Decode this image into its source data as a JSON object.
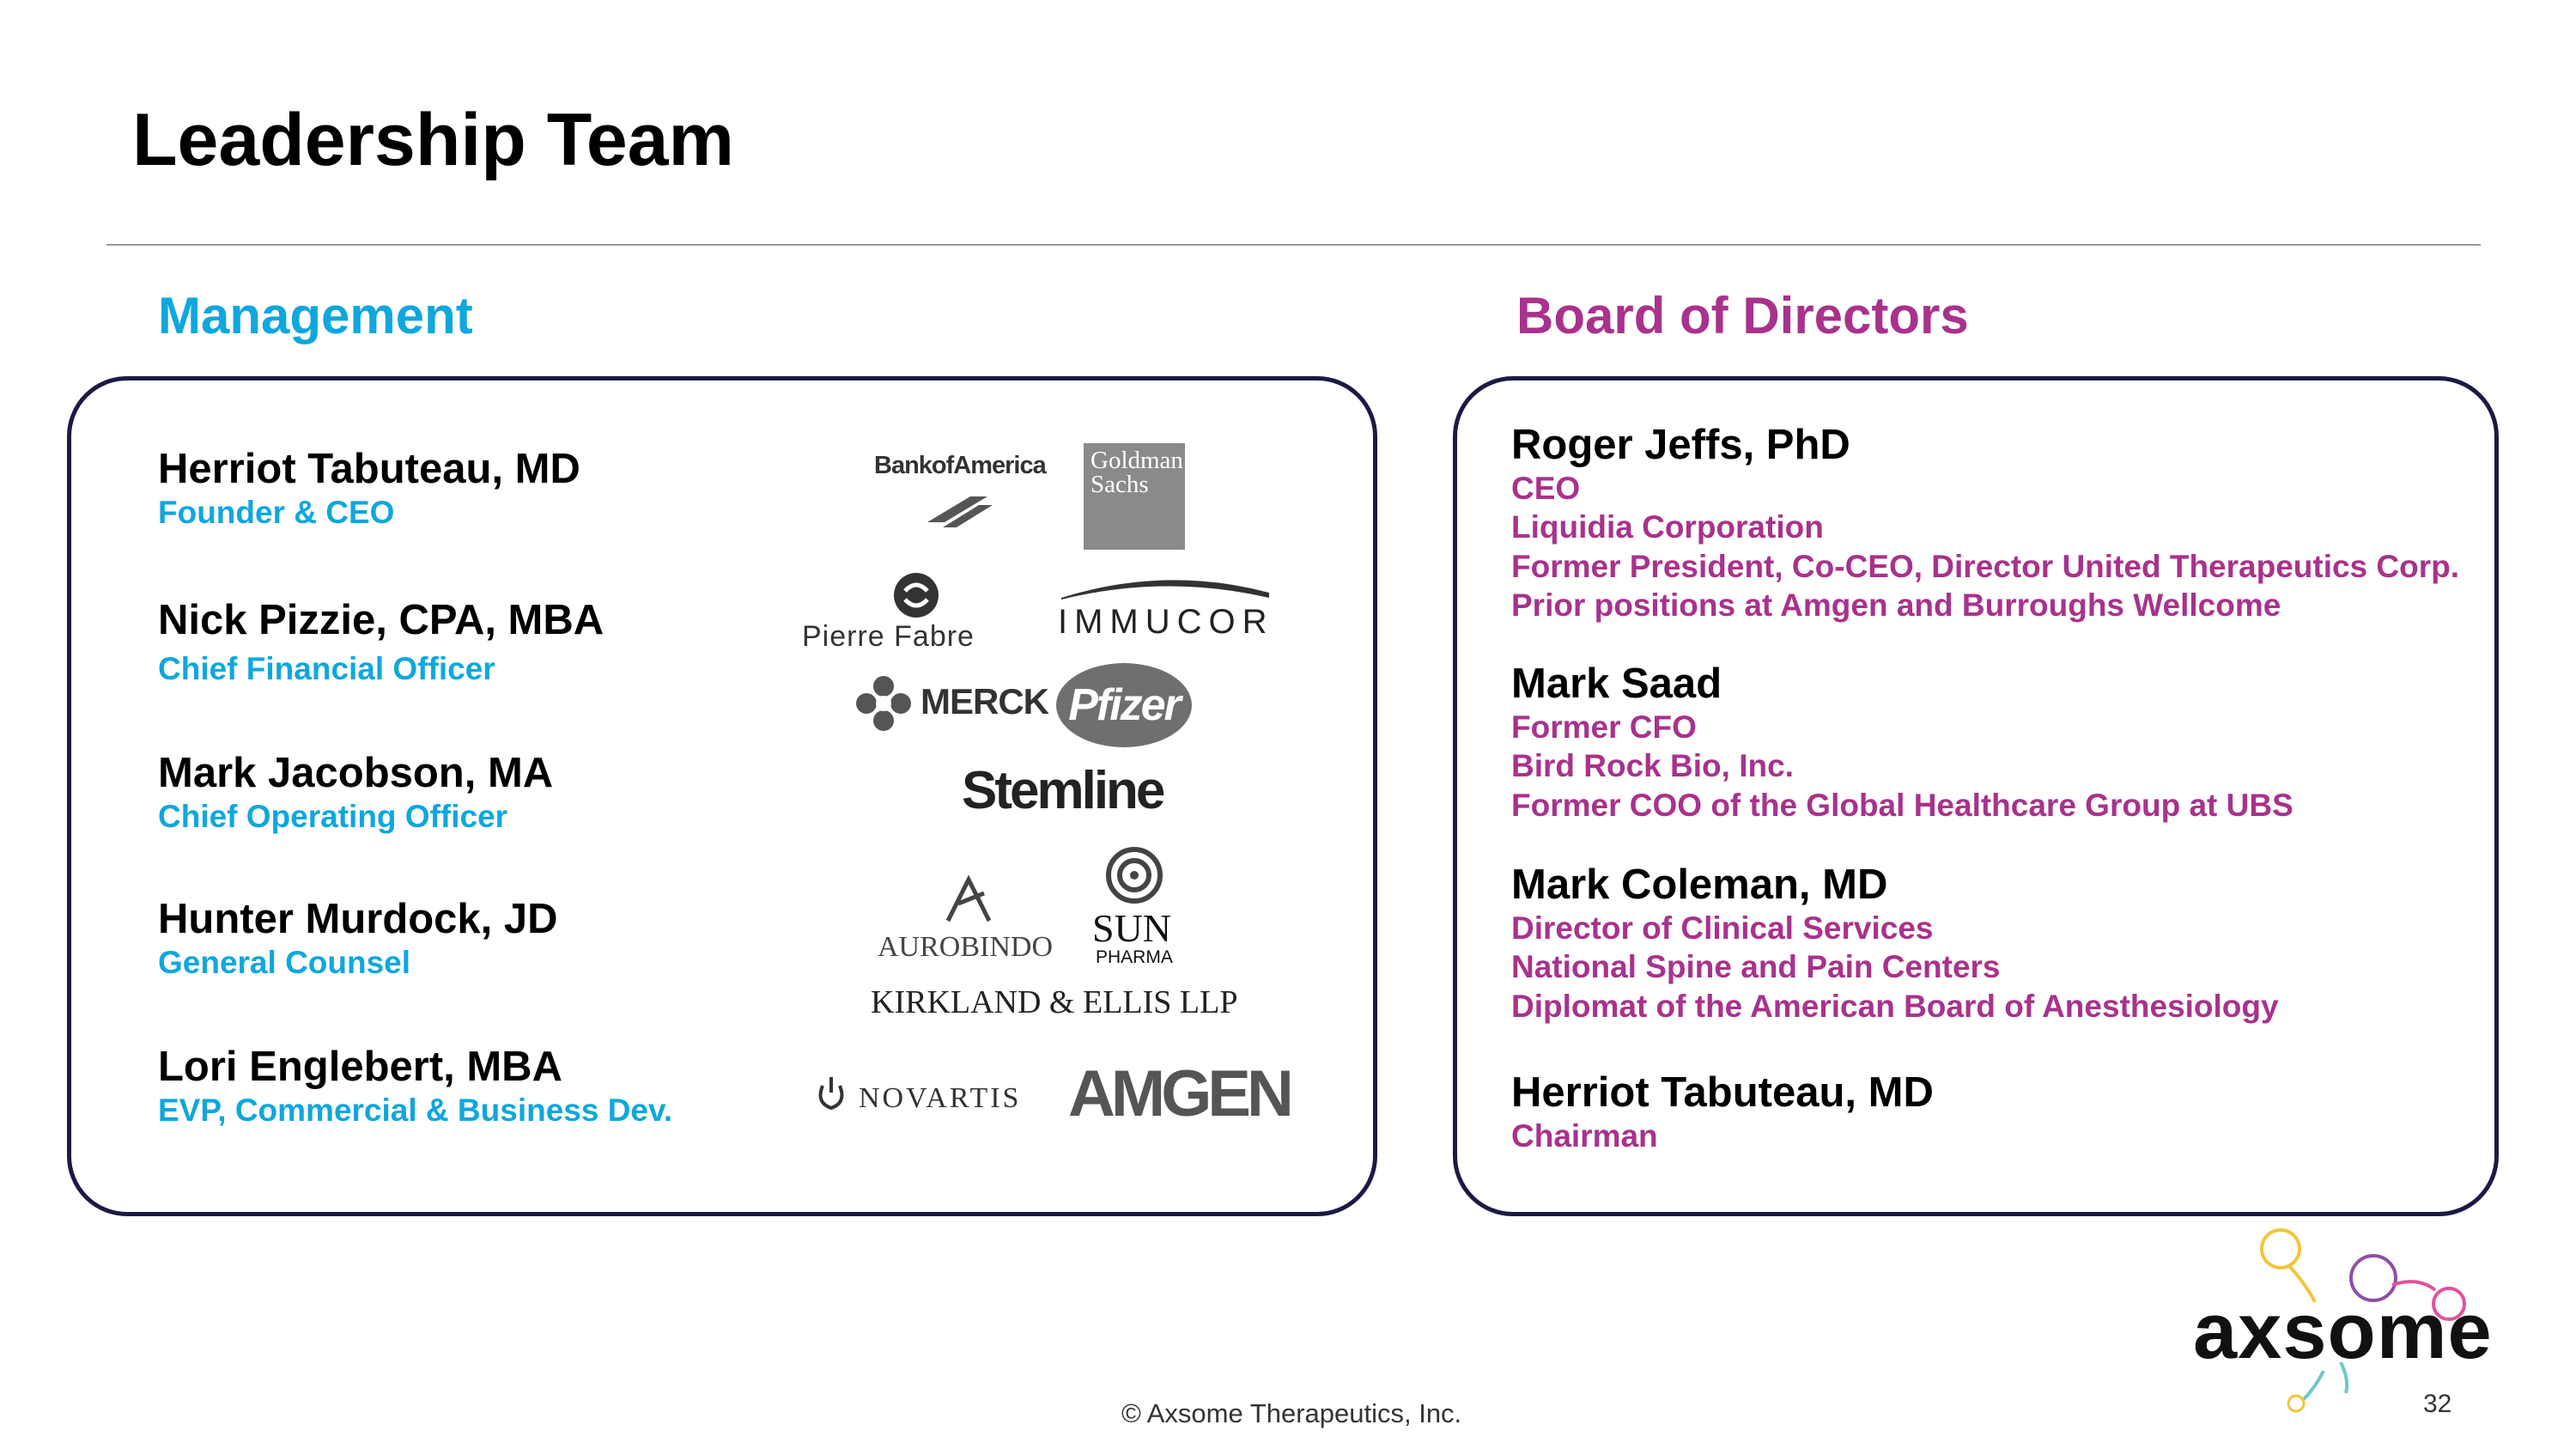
{
  "title": "Leadership Team",
  "management": {
    "heading": "Management",
    "people": [
      {
        "name": "Herriot Tabuteau, MD",
        "role": "Founder & CEO"
      },
      {
        "name": "Nick Pizzie, CPA, MBA",
        "role": "Chief Financial Officer"
      },
      {
        "name": "Mark Jacobson, MA",
        "role": "Chief Operating Officer"
      },
      {
        "name": "Hunter Murdock, JD",
        "role": "General Counsel"
      },
      {
        "name": "Lori Englebert, MBA",
        "role": "EVP, Commercial & Business Dev."
      }
    ],
    "logos": {
      "bank_of_america": "BankofAmerica",
      "goldman_sachs_1": "Goldman",
      "goldman_sachs_2": "Sachs",
      "pierre_fabre": "Pierre Fabre",
      "immucor": "IMMUCOR",
      "merck": "MERCK",
      "pfizer": "Pfizer",
      "stemline": "Stemline",
      "aurobindo": "AUROBINDO",
      "sun_1": "SUN",
      "sun_2": "PHARMA",
      "kirkland": "KIRKLAND & ELLIS LLP",
      "novartis": "NOVARTIS",
      "amgen": "AMGEN"
    }
  },
  "board": {
    "heading": "Board of Directors",
    "people": [
      {
        "name": "Roger Jeffs, PhD",
        "lines": [
          "CEO",
          "Liquidia Corporation",
          "Former President, Co-CEO, Director United Therapeutics Corp.",
          "Prior positions at Amgen and Burroughs Wellcome"
        ]
      },
      {
        "name": "Mark Saad",
        "lines": [
          "Former CFO",
          "Bird Rock Bio, Inc.",
          "Former COO of the Global Healthcare Group at UBS"
        ]
      },
      {
        "name": "Mark Coleman, MD",
        "lines": [
          "Director of Clinical Services",
          "National Spine and Pain Centers",
          "Diplomat of the American Board of Anesthesiology"
        ]
      },
      {
        "name": "Herriot Tabuteau, MD",
        "lines": [
          "Chairman"
        ]
      }
    ]
  },
  "footer": "© Axsome Therapeutics, Inc.",
  "page_number": "32",
  "brand": {
    "name": "axsome",
    "colors": {
      "yellow": "#f2c53d",
      "purple": "#8e4fa3",
      "pink": "#e0529c",
      "teal": "#6fc8c8",
      "cyan": "#0fa7dd",
      "magenta": "#a8328c",
      "navy": "#1c1a45"
    }
  }
}
